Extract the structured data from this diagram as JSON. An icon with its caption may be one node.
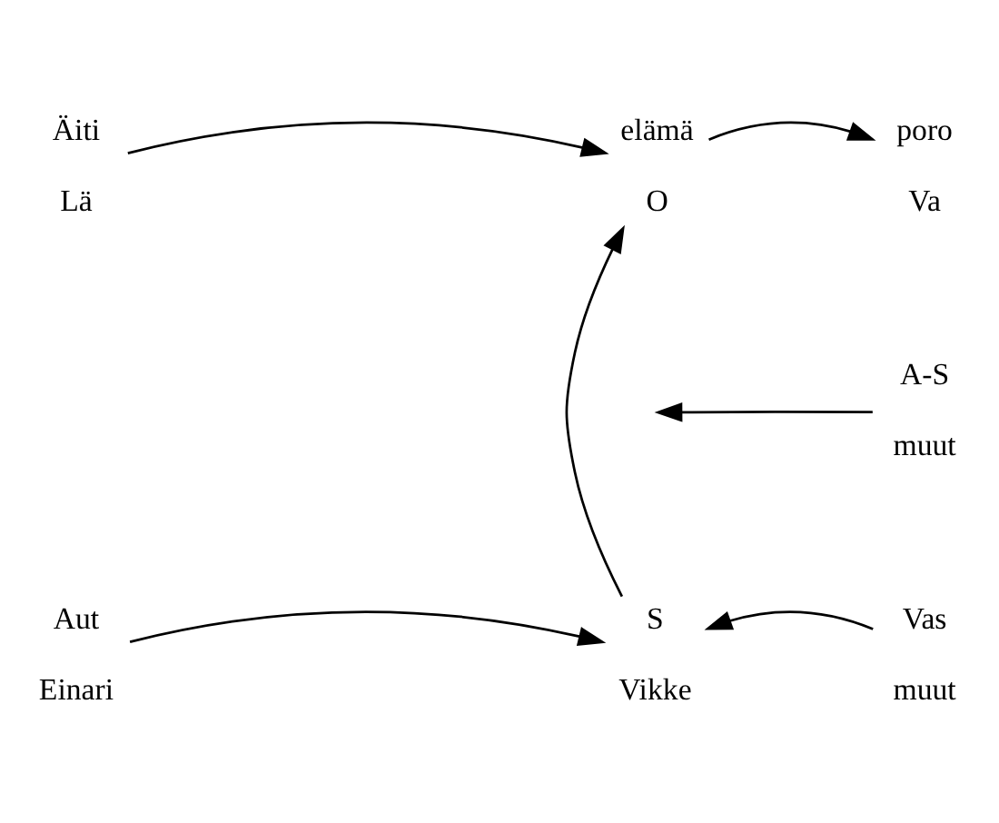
{
  "diagram": {
    "nodes": [
      {
        "text": [
          "Äiti",
          "Lä"
        ]
      },
      {
        "text": [
          "elämä",
          "O"
        ]
      },
      {
        "text": [
          "poro",
          "Va"
        ]
      },
      {
        "text": [
          "A-S",
          "muut"
        ]
      },
      {
        "text": [
          "Aut",
          "Einari"
        ]
      },
      {
        "text": [
          "S",
          "Vikke"
        ]
      },
      {
        "text": [
          "Vas",
          "muut"
        ]
      }
    ],
    "edges": [
      {
        "from": 0,
        "to": 1,
        "arrow": "to"
      },
      {
        "from": 1,
        "to": 2,
        "arrow": "to"
      },
      {
        "from": 5,
        "to": 1,
        "arrow": "to"
      },
      {
        "from": 3,
        "to": null,
        "arrow": "to"
      },
      {
        "from": 4,
        "to": 5,
        "arrow": "to"
      },
      {
        "from": 6,
        "to": 5,
        "arrow": "to"
      }
    ]
  }
}
